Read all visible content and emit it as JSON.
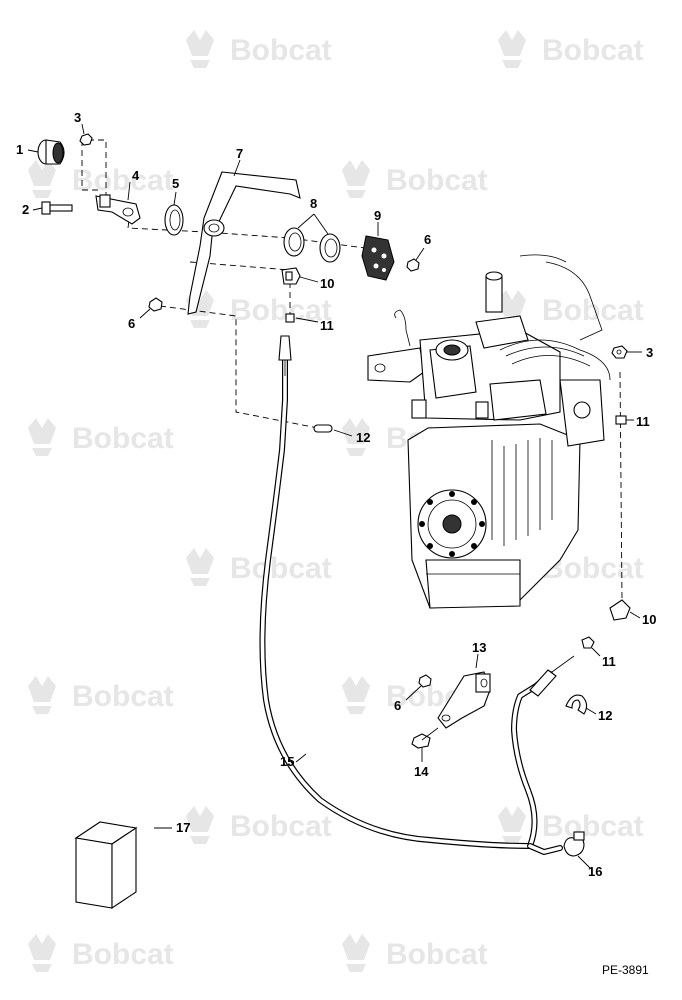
{
  "watermark": {
    "brand": "Bobcat"
  },
  "reference": "PE-3891",
  "callouts": {
    "c1": "1",
    "c2": "2",
    "c3a": "3",
    "c3b": "3",
    "c4": "4",
    "c5": "5",
    "c6a": "6",
    "c6b": "6",
    "c6c": "6",
    "c7": "7",
    "c8": "8",
    "c9": "9",
    "c10a": "10",
    "c10b": "10",
    "c11a": "11",
    "c11b": "11",
    "c11c": "11",
    "c12a": "12",
    "c12b": "12",
    "c13": "13",
    "c14": "14",
    "c15": "15",
    "c16": "16",
    "c17": "17"
  }
}
